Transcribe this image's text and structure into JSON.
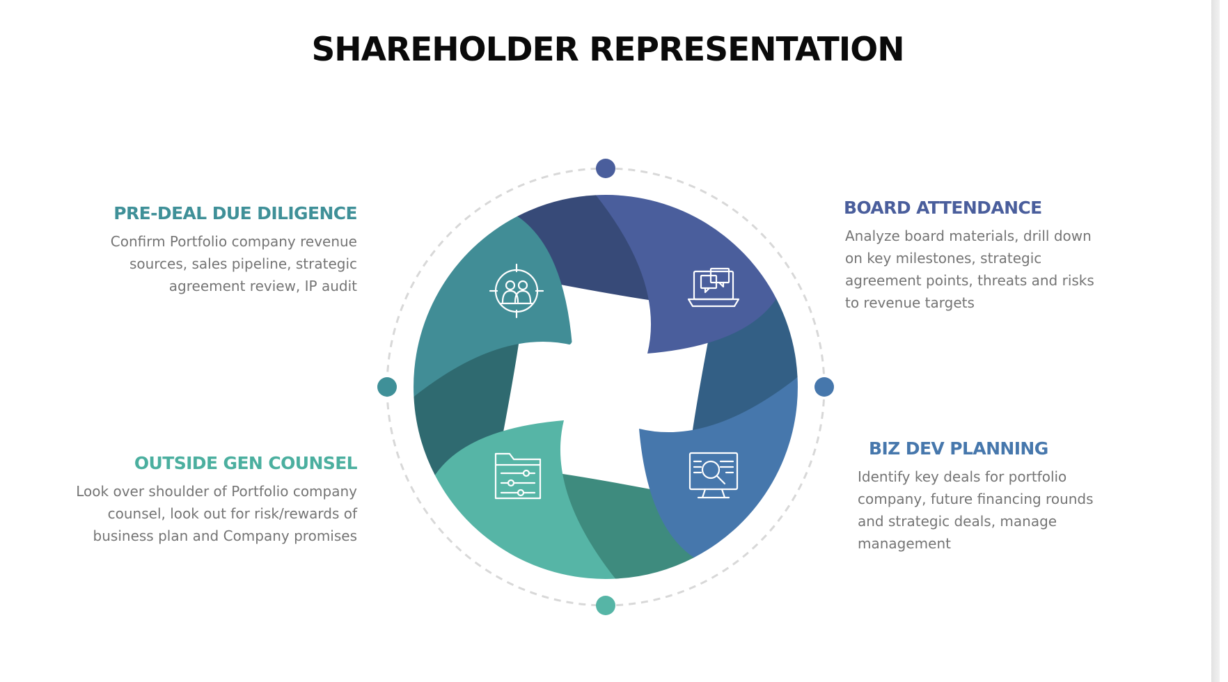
{
  "slide": {
    "title": "SHAREHOLDER REPRESENTATION"
  },
  "sections": {
    "pre_deal": {
      "heading": "PRE-DEAL DUE DILIGENCE",
      "lines": [
        "Confirm Portfolio company revenue",
        "sources, sales pipeline, strategic",
        "agreement review, IP audit"
      ],
      "color": "#3F9098"
    },
    "board": {
      "heading": "BOARD ATTENDANCE",
      "lines": [
        "Analyze board materials, drill down",
        "on key milestones, strategic",
        "agreement points, threats and risks",
        "to revenue targets"
      ],
      "color": "#4A5E9C"
    },
    "biz_dev": {
      "heading": "BIZ DEV PLANNING",
      "lines": [
        "Identify key deals for portfolio",
        "company, future financing rounds",
        "and strategic deals, manage",
        "management"
      ],
      "color": "#4677AC"
    },
    "gen_counsel": {
      "heading": "OUTSIDE GEN COUNSEL",
      "lines": [
        "Look over shoulder of Portfolio company",
        "counsel, look out for risk/rewards of",
        "business plan and Company promises"
      ],
      "color": "#4BAF9F"
    }
  },
  "diagram": {
    "colors": {
      "board_main": "#4A5E9C",
      "board_dark": "#374A78",
      "bizdev_main": "#4677AC",
      "bizdev_dark": "#335F85",
      "counsel_main": "#56B5A6",
      "counsel_dark": "#3E8B7E",
      "prediligence_main": "#418D96",
      "prediligence_dark": "#2F6A70",
      "dot_top": "#4A5E9C",
      "dot_right": "#4677AC",
      "dot_bottom": "#56B5A6",
      "dot_left": "#3F9098",
      "ring": "#d8d8d8"
    },
    "icons": [
      "chat-laptop-icon",
      "search-monitor-icon",
      "folder-settings-icon",
      "team-target-icon"
    ]
  }
}
